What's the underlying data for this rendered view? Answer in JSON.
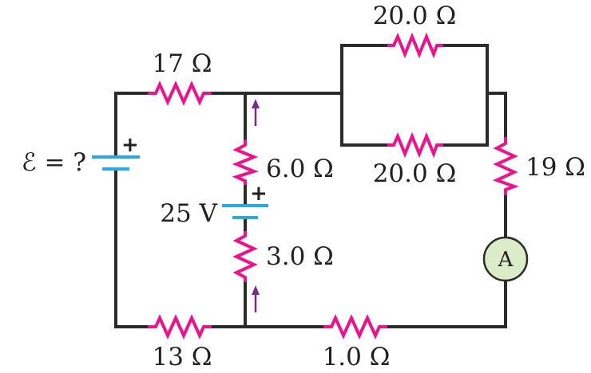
{
  "components": {
    "r_top_left": {
      "label": "17 Ω"
    },
    "r_parallel_top": {
      "label": "20.0 Ω"
    },
    "r_parallel_bot": {
      "label": "20.0 Ω"
    },
    "r_right": {
      "label": "19 Ω"
    },
    "r_mid_upper": {
      "label": "6.0 Ω"
    },
    "r_mid_lower": {
      "label": "3.0 Ω"
    },
    "r_bottom_left": {
      "label": "13 Ω"
    },
    "r_bottom_right": {
      "label": "1.0 Ω"
    },
    "battery_left": {
      "label": "ℰ = ?",
      "polarity": "+"
    },
    "battery_mid": {
      "label": "25 V",
      "polarity": "+"
    },
    "ammeter": {
      "label": "A"
    }
  },
  "colors": {
    "wire": "#2b2b2b",
    "resistor": "#e8158c",
    "battery": "#2aa8e0",
    "ammeter_fill": "#dcebc8",
    "arrow": "#7b2a8a"
  }
}
